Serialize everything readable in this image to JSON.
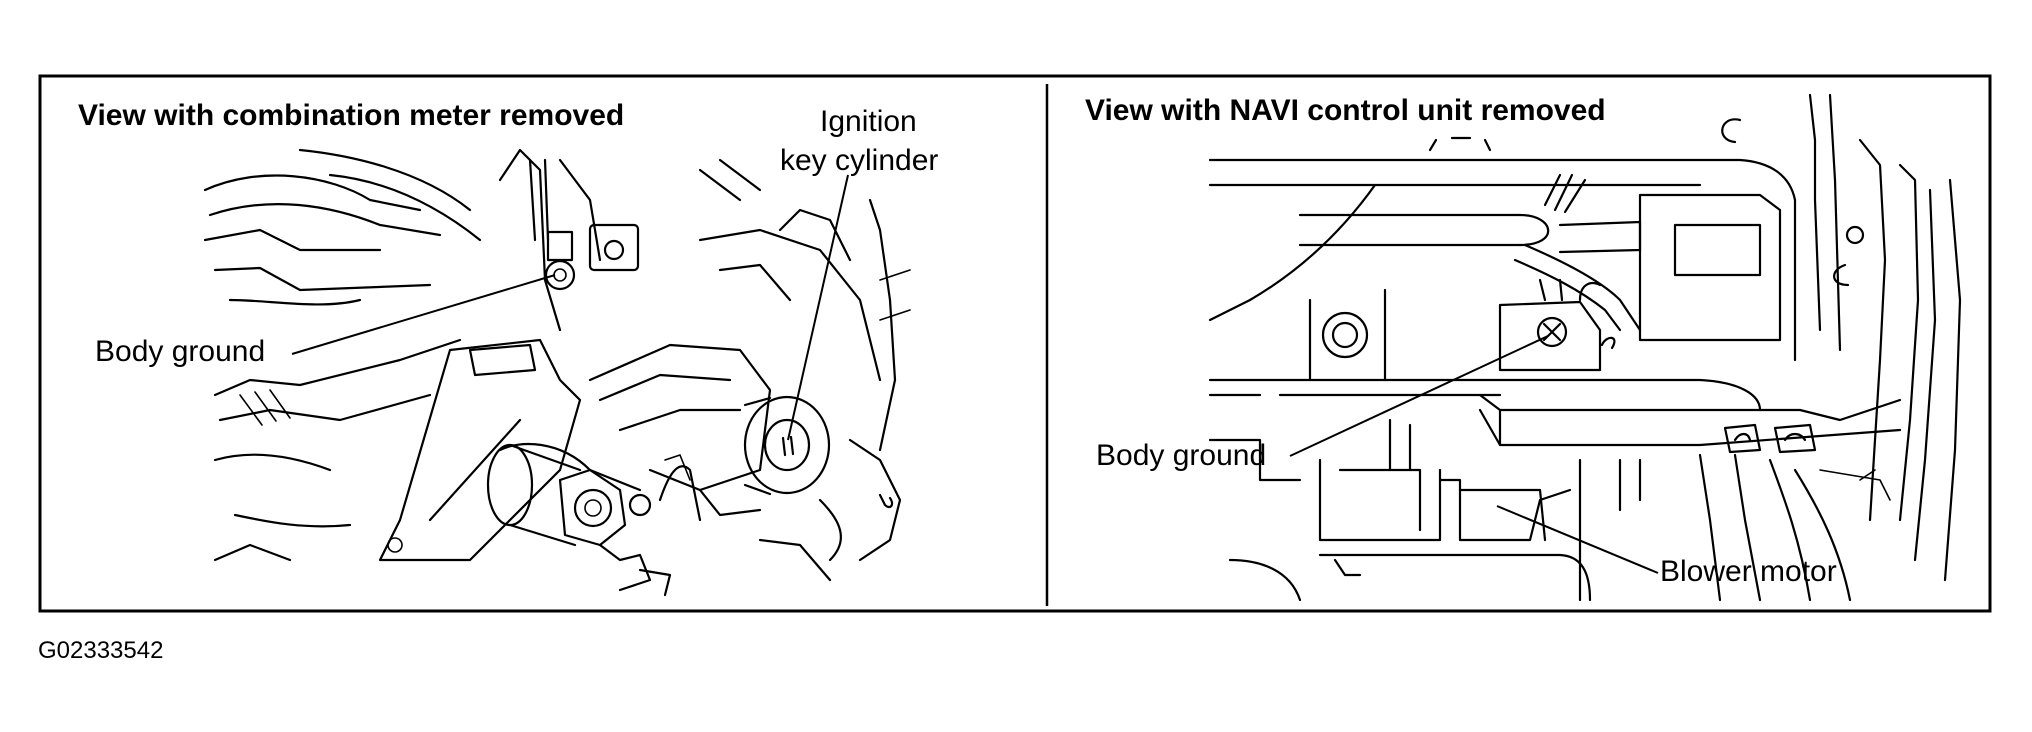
{
  "left_panel": {
    "title": "View with combination meter removed",
    "labels": {
      "ignition_line1": "Ignition",
      "ignition_line2": "key cylinder",
      "body_ground": "Body ground"
    }
  },
  "right_panel": {
    "title": "View with NAVI control unit removed",
    "labels": {
      "body_ground": "Body ground",
      "blower_motor": "Blower motor"
    }
  },
  "figure_code": "G02333542"
}
